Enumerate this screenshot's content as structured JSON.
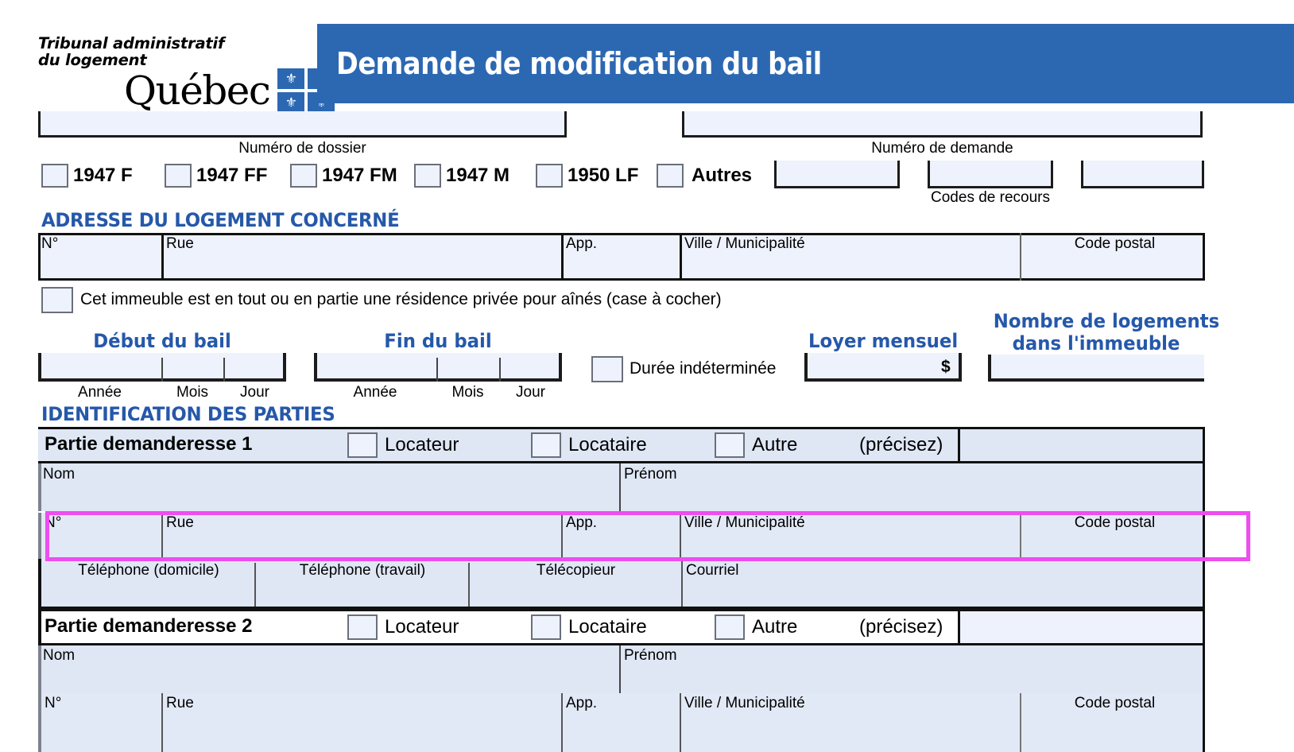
{
  "header": {
    "org_line1": "Tribunal administratif",
    "org_line2": "du logement",
    "quebec": "Québec",
    "title": "Demande de modification du bail",
    "brand_blue": "#2c68b2",
    "field_bg": "#eef2fd",
    "shade_bg": "#dfe7f5"
  },
  "top": {
    "dossier_label": "Numéro de dossier",
    "dossier_value": "",
    "demande_label": "Numéro de demande",
    "demande_value": "",
    "codes_label": "Codes de recours",
    "code_value_1": "",
    "code_value_2": "",
    "code_value_3": "",
    "checkboxes": [
      {
        "label": "1947 F",
        "checked": false
      },
      {
        "label": "1947 FF",
        "checked": false
      },
      {
        "label": "1947 FM",
        "checked": false
      },
      {
        "label": "1947 M",
        "checked": false
      },
      {
        "label": "1950 LF",
        "checked": false
      },
      {
        "label": "Autres",
        "checked": false
      }
    ]
  },
  "address_section": {
    "heading": "ADRESSE DU LOGEMENT CONCERNÉ",
    "columns": [
      "N°",
      "Rue",
      "App.",
      "Ville / Municipalité",
      "Code postal"
    ],
    "values": [
      "",
      "",
      "",
      "",
      ""
    ],
    "seniors_checkbox": {
      "label": "Cet immeuble est en tout ou en partie une résidence privée pour aînés (case à cocher)",
      "checked": false
    }
  },
  "lease": {
    "start_title": "Début du bail",
    "end_title": "Fin du bail",
    "date_parts": [
      "Année",
      "Mois",
      "Jour"
    ],
    "start_values": [
      "",
      "",
      ""
    ],
    "end_values": [
      "",
      "",
      ""
    ],
    "indeterminate": {
      "label": "Durée indéterminée",
      "checked": false
    },
    "rent_title": "Loyer mensuel",
    "rent_value": "",
    "currency_symbol": "$",
    "units_title_line1": "Nombre de logements",
    "units_title_line2": "dans l'immeuble",
    "units_value": ""
  },
  "parties_section": {
    "heading": "IDENTIFICATION DES PARTIES",
    "role_options": [
      "Locateur",
      "Locataire",
      "Autre"
    ],
    "precisez_label": "(précisez)",
    "name_labels": {
      "nom": "Nom",
      "prenom": "Prénom"
    },
    "address_labels": [
      "N°",
      "Rue",
      "App.",
      "Ville / Municipalité",
      "Code postal"
    ],
    "contact_labels": [
      "Téléphone (domicile)",
      "Téléphone (travail)",
      "Télécopieur",
      "Courriel"
    ],
    "parties": [
      {
        "title": "Partie demanderesse 1",
        "roles": [
          {
            "label": "Locateur",
            "checked": false
          },
          {
            "label": "Locataire",
            "checked": false
          },
          {
            "label": "Autre",
            "checked": false
          }
        ],
        "precisez_value": "",
        "nom": "",
        "prenom": "",
        "no": "",
        "rue": "",
        "app": "",
        "ville": "",
        "code_postal": "",
        "tel_domicile": "",
        "tel_travail": "",
        "telecopieur": "",
        "courriel": ""
      },
      {
        "title": "Partie demanderesse 2",
        "roles": [
          {
            "label": "Locateur",
            "checked": false
          },
          {
            "label": "Locataire",
            "checked": false
          },
          {
            "label": "Autre",
            "checked": false
          }
        ],
        "precisez_value": "",
        "nom": "",
        "prenom": "",
        "no": "",
        "rue": "",
        "app": "",
        "ville": "",
        "code_postal": ""
      }
    ]
  },
  "annotation": {
    "highlight_color": "#ee4df0",
    "target": "party-1-address-row"
  }
}
